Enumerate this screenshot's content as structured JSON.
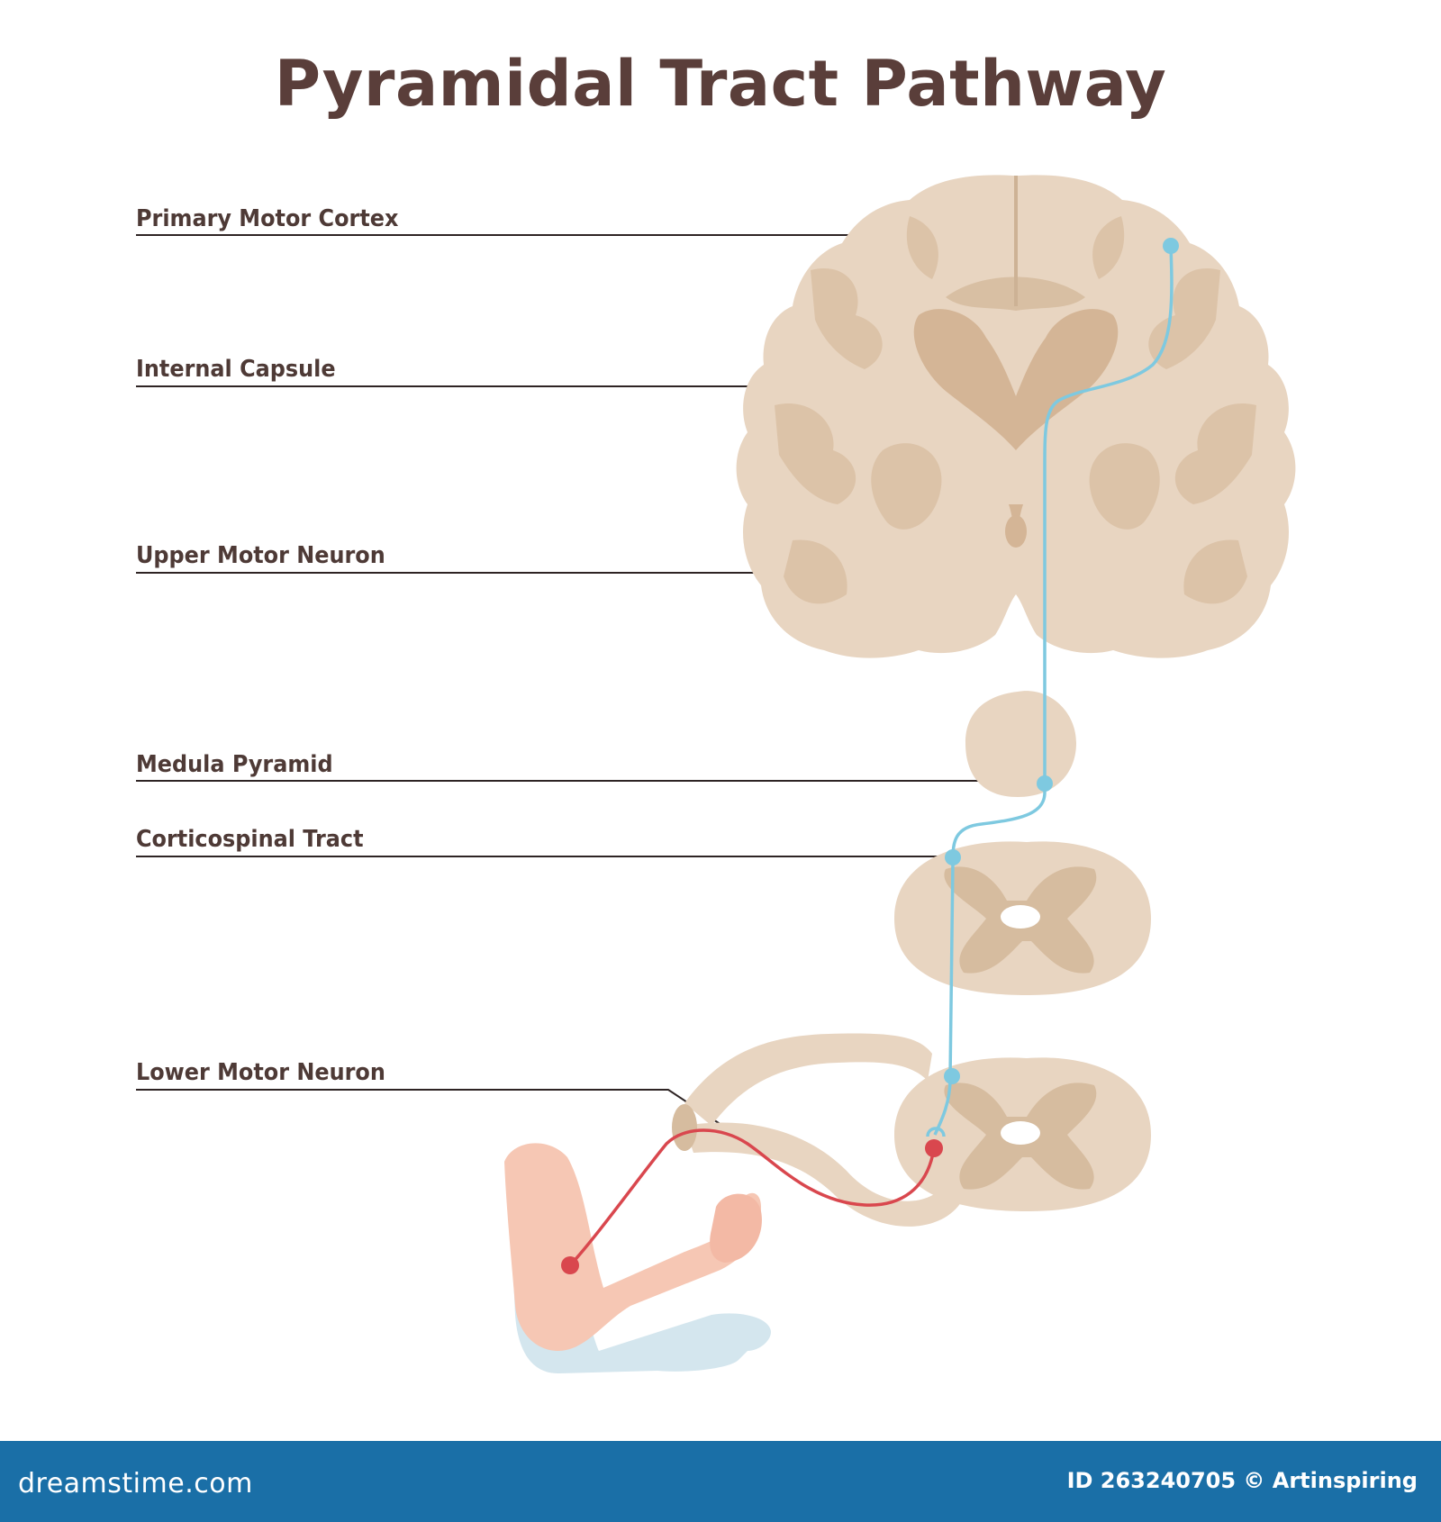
{
  "title": "Pyramidal Tract Pathway",
  "labels": {
    "primary_motor_cortex": "Primary Motor Cortex",
    "internal_capsule": "Internal Capsule",
    "upper_motor_neuron": "Upper Motor Neuron",
    "medula_pyramid": "Medula Pyramid",
    "corticospinal_tract": "Corticospinal Tract",
    "lower_motor_neuron": "Lower Motor Neuron"
  },
  "footer": {
    "logo": "dreamstime.com",
    "credit": "ID 263240705 © Artinspiring"
  },
  "colors": {
    "title_text": "#5a3e3a",
    "label_text": "#4e3a36",
    "brain_light": "#e8d5c1",
    "brain_dark": "#d8bfa3",
    "upper_neuron": "#7ec9e0",
    "lower_neuron": "#d9474e",
    "arm_skin": "#f6c7b4",
    "arm_shadow": "#d4e6ee",
    "footer_bg": "#1a6fa7"
  }
}
